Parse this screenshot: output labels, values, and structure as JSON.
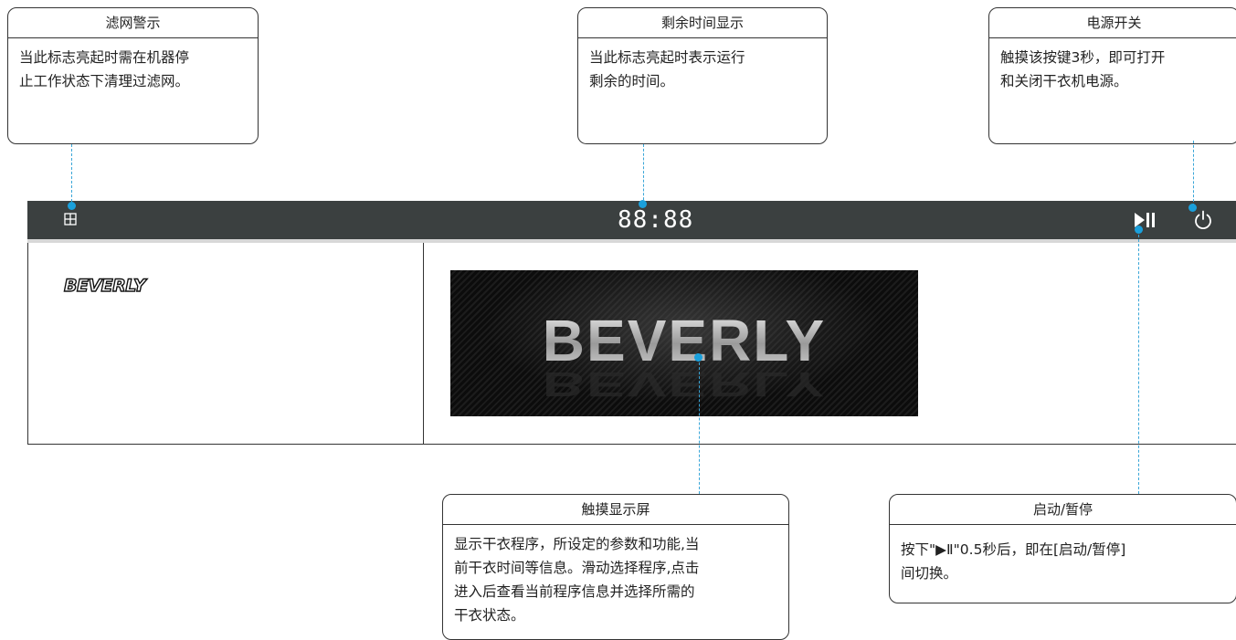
{
  "callouts": {
    "filter": {
      "title": "滤网警示",
      "body": "当此标志亮起时需在机器停\n止工作状态下清理过滤网。"
    },
    "time": {
      "title": "剩余时间显示",
      "body": "当此标志亮起时表示运行\n剩余的时间。"
    },
    "power": {
      "title": "电源开关",
      "body": "触摸该按键3秒，即可打开\n和关闭干衣机电源。"
    },
    "screen": {
      "title": "触摸显示屏",
      "body": "显示干衣程序，所设定的参数和功能,当\n前干衣时间等信息。滑动选择程序,点击\n进入后查看当前程序信息并选择所需的\n干衣状态。"
    },
    "start": {
      "title": "启动/暂停",
      "body": "按下\"▶Ⅱ\"0.5秒后，即在[启动/暂停]\n间切换。"
    }
  },
  "panel": {
    "time_display": "88:88",
    "brand_logo": "BEVERLY",
    "screen_logo": "BEVERLY"
  },
  "icons": {
    "filter": "filter-grid-icon",
    "play_pause": "play-pause-icon",
    "power": "power-icon"
  },
  "colors": {
    "bar": "#3b4040",
    "leader": "#1aa0dc"
  }
}
